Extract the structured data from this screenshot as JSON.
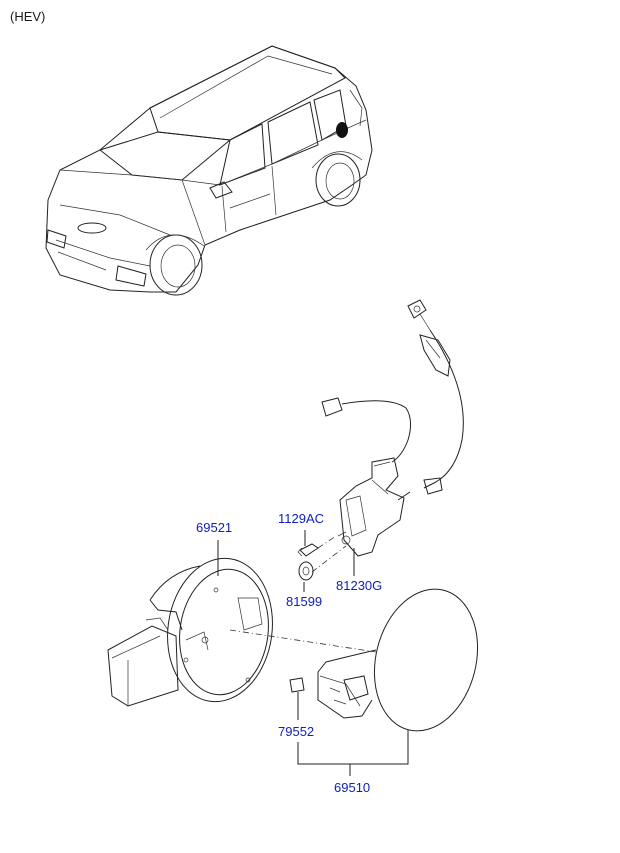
{
  "diagram": {
    "variant_label": "(HEV)",
    "parts": [
      {
        "id": "p69521",
        "number": "69521"
      },
      {
        "id": "p1129AC",
        "number": "1129AC"
      },
      {
        "id": "p81230G",
        "number": "81230G"
      },
      {
        "id": "p81599",
        "number": "81599"
      },
      {
        "id": "p79552",
        "number": "79552"
      },
      {
        "id": "p69510",
        "number": "69510"
      }
    ]
  }
}
